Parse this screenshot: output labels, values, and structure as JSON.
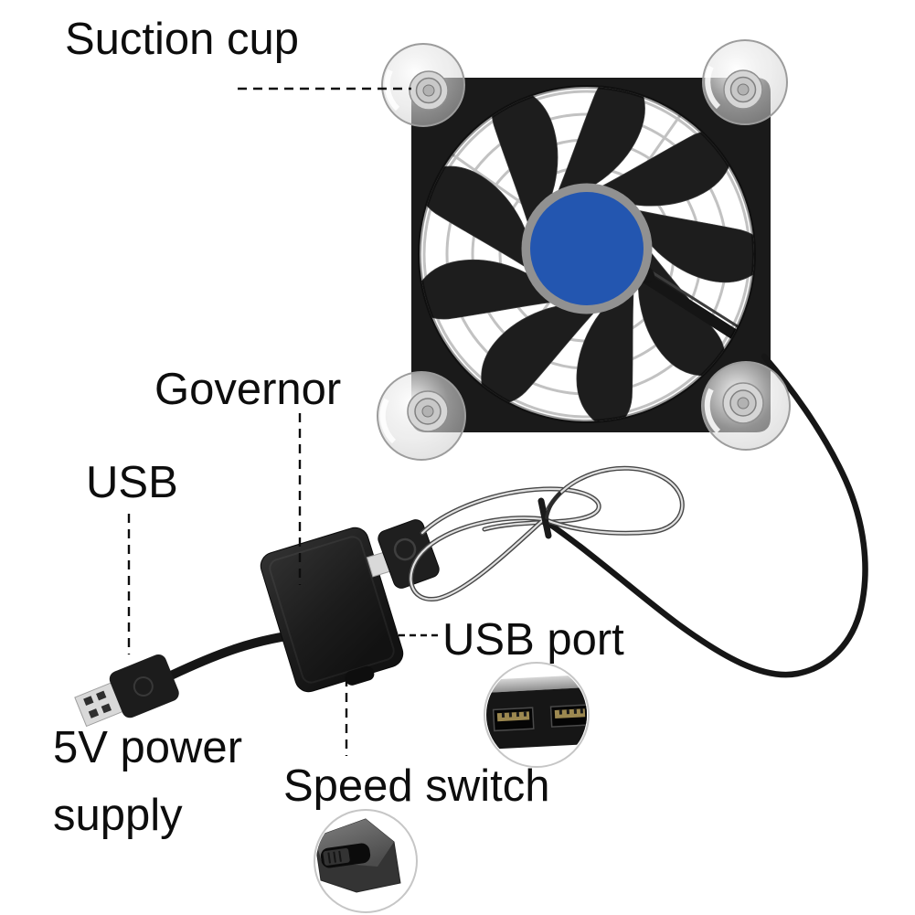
{
  "annotations": {
    "suction_cup": "Suction cup",
    "governor": "Governor",
    "usb": "USB",
    "usb_port": "USB port",
    "power_supply_line1": "5V power",
    "power_supply_line2": "supply",
    "speed_switch": "Speed switch"
  },
  "colors": {
    "background": "#ffffff",
    "text": "#0d0d0d",
    "leader_line": "#0d0d0d",
    "fan_frame": "#1a1a1a",
    "fan_blade": "#1d1d1d",
    "hub_blue": "#2356b0",
    "hub_ring": "#919191",
    "grill_wire": "#c2c2c2",
    "cable": "#161616",
    "metal": "#d9d9d9",
    "usb_gold": "#9c8850",
    "inset_border": "#c6c6c6"
  }
}
